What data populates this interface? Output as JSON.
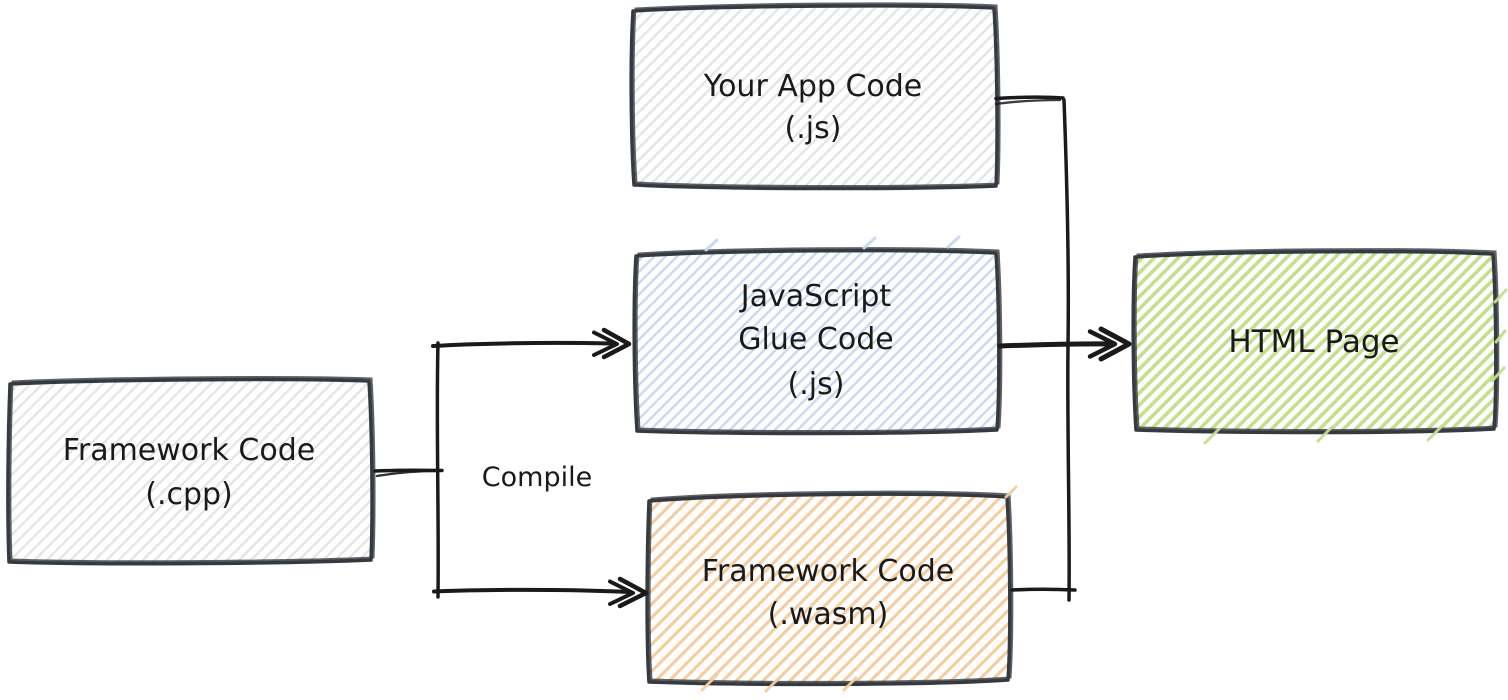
{
  "diagram": {
    "boxes": [
      {
        "id": "your-app-code",
        "lines": [
          "Your App Code",
          "(.js)"
        ]
      },
      {
        "id": "javascript-glue-code",
        "lines": [
          "JavaScript",
          "Glue Code",
          "(.js)"
        ]
      },
      {
        "id": "framework-code-wasm",
        "lines": [
          "Framework Code",
          "(.wasm)"
        ]
      },
      {
        "id": "framework-code-cpp",
        "lines": [
          "Framework Code",
          "(.cpp)"
        ]
      },
      {
        "id": "html-page",
        "lines": [
          "HTML Page"
        ]
      }
    ],
    "compile_label": "Compile",
    "edges": [
      {
        "from": "framework-code-cpp",
        "to": "javascript-glue-code",
        "label": "Compile"
      },
      {
        "from": "framework-code-cpp",
        "to": "framework-code-wasm",
        "label": "Compile"
      },
      {
        "from": "your-app-code",
        "to": "html-page",
        "label": ""
      },
      {
        "from": "javascript-glue-code",
        "to": "html-page",
        "label": ""
      },
      {
        "from": "framework-code-wasm",
        "to": "html-page",
        "label": ""
      }
    ],
    "colors": {
      "background": "#ffffff",
      "border": "#343a40",
      "arrow": "#1a1a1a",
      "text": "#1a1a1a",
      "hatch_gray": "#e4e4e4",
      "hatch_blue": "#c7d9f2",
      "hatch_orange": "#f5cda0",
      "hatch_green": "#c1df8e"
    }
  }
}
